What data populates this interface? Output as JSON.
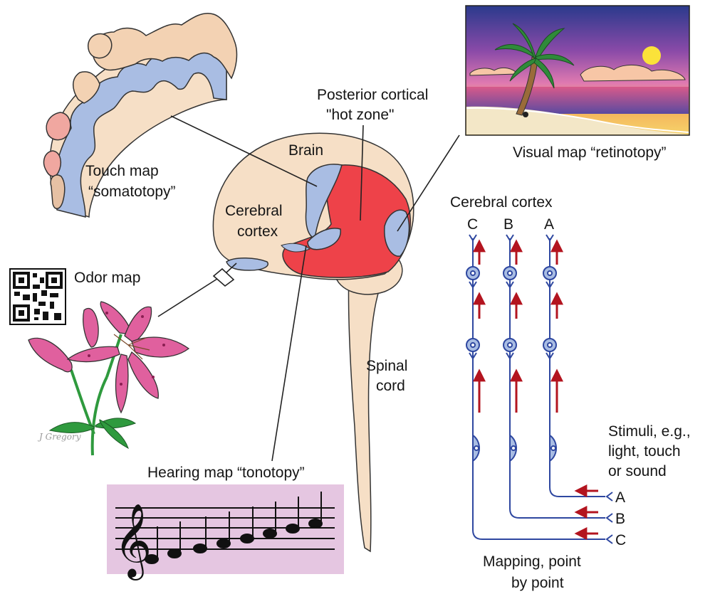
{
  "labels": {
    "touch_map_1": "Touch map",
    "touch_map_2": "“somatotopy”",
    "hot_zone_1": "Posterior cortical",
    "hot_zone_2": "\"hot zone\"",
    "brain": "Brain",
    "cerebral_1": "Cerebral",
    "cerebral_2": "cortex",
    "visual_map": "Visual map “retinotopy”",
    "cerebral_cortex_panel": "Cerebral cortex",
    "col_c": "C",
    "col_b": "B",
    "col_a": "A",
    "odor_map": "Odor map",
    "signature": "J Gregory",
    "spinal_1": "Spinal",
    "spinal_2": "cord",
    "stimuli_1": "Stimuli, e.g.,",
    "stimuli_2": "light, touch",
    "stimuli_3": "or sound",
    "stim_a": "A",
    "stim_b": "B",
    "stim_c": "C",
    "hearing_map": "Hearing map “tonotopy”",
    "mapping_1": "Mapping, point",
    "mapping_2": "by point"
  },
  "colors": {
    "cortex_tan": "#f6dfc6",
    "hot_zone_red": "#ee4249",
    "map_blue": "#a9bde3",
    "neuron_blue": "#2e47a0",
    "arrow_red": "#b3141f",
    "music_bg": "#e5c6e1",
    "lily_pink": "#e0609e",
    "stem_green": "#2f9a3e"
  },
  "icons": [
    "qr-code-icon",
    "treble-clef-icon",
    "palm-tree-icon",
    "sun-icon",
    "lily-flower-icon"
  ]
}
